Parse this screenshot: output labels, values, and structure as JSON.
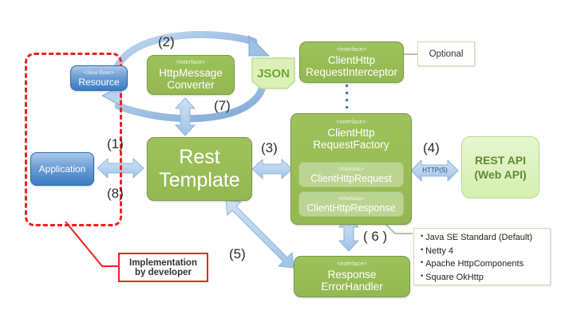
{
  "diagram": {
    "title": "RestTemplate architecture",
    "colors": {
      "green": "#9abf59",
      "green_inner": "#bcd492",
      "blue": "#4a86c8",
      "pale_green": "#ddf0b8",
      "arrow_blue": "#b3d0ec",
      "red": "#ee2222"
    }
  },
  "nodes": {
    "resource": {
      "stereotype": "<Java Bean>",
      "label": "Resource"
    },
    "http_message_converter": {
      "stereotype": "<interface>",
      "line1": "HttpMessage",
      "line2": "Converter"
    },
    "json": {
      "label": "JSON"
    },
    "client_http_request_interceptor": {
      "stereotype": "<interface>",
      "line1": "ClientHttp",
      "line2": "RequestInterceptor"
    },
    "optional_callout": {
      "label": "Optional"
    },
    "application": {
      "label": "Application"
    },
    "rest_template": {
      "line1": "Rest",
      "line2": "Template"
    },
    "client_http_request_factory": {
      "stereotype": "<interface>",
      "line1": "ClientHttp",
      "line2": "RequestFactory"
    },
    "client_http_request": {
      "stereotype": "<interface>",
      "label": "ClientHttpRequest"
    },
    "client_http_response": {
      "stereotype": "<interface>",
      "label": "ClientHttpResponse"
    },
    "rest_api": {
      "line1": "REST API",
      "line2": "(Web API)"
    },
    "response_error_handler": {
      "stereotype": "<interface>",
      "line1": "Response",
      "line2": "ErrorHandler"
    },
    "implementation_callout": {
      "line1": "Implementation",
      "line2": "by developer"
    },
    "implementations_list": {
      "items": [
        "Java SE Standard (Default)",
        "Netty 4",
        "Apache HttpComponents",
        "Square OkHttp"
      ]
    }
  },
  "steps": {
    "s1": "(1)",
    "s2": "(2)",
    "s3": "(3)",
    "s4": "(4)",
    "s5": "(5)",
    "s6": "( 6 )",
    "s7": "(7)",
    "s8": "(8)"
  },
  "labels": {
    "http_protocol": "HTTP(S)"
  }
}
